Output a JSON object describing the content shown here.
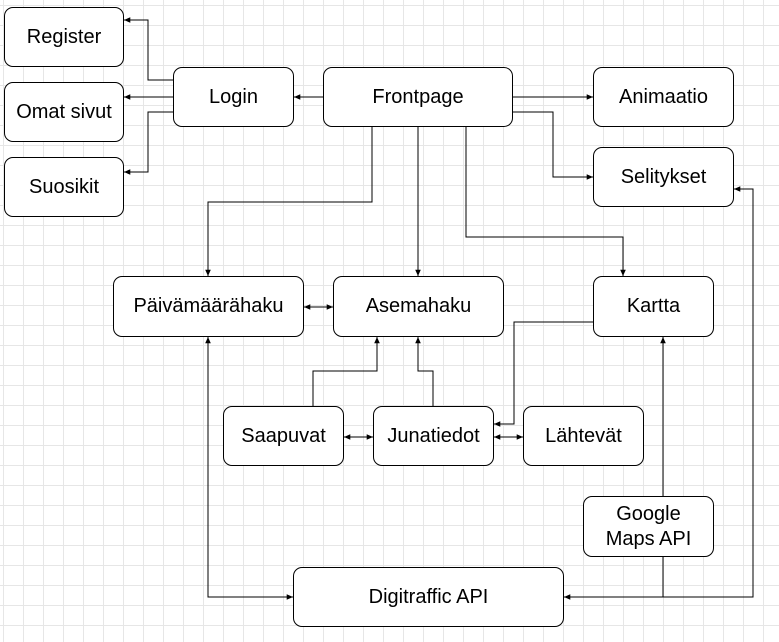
{
  "diagram": {
    "nodes": {
      "register": "Register",
      "omat_sivut": "Omat sivut",
      "suosikit": "Suosikit",
      "login": "Login",
      "frontpage": "Frontpage",
      "animaatio": "Animaatio",
      "selitykset": "Selitykset",
      "paivamaarahaku": "Päivämäärähaku",
      "asemahaku": "Asemahaku",
      "kartta": "Kartta",
      "saapuvat": "Saapuvat",
      "junatiedot": "Junatiedot",
      "lahtevat": "Lähtevät",
      "google_maps_api_line1": "Google",
      "google_maps_api_line2": "Maps API",
      "digitraffic_api": "Digitraffic API"
    },
    "edges": [
      {
        "from": "Login",
        "to": "Register"
      },
      {
        "from": "Login",
        "to": "Omat sivut"
      },
      {
        "from": "Login",
        "to": "Suosikit"
      },
      {
        "from": "Frontpage",
        "to": "Login"
      },
      {
        "from": "Frontpage",
        "to": "Animaatio"
      },
      {
        "from": "Frontpage",
        "to": "Selitykset"
      },
      {
        "from": "Frontpage",
        "to": "Päivämäärähaku"
      },
      {
        "from": "Frontpage",
        "to": "Asemahaku"
      },
      {
        "from": "Frontpage",
        "to": "Kartta"
      },
      {
        "from": "Päivämäärähaku",
        "to": "Asemahaku",
        "bidirectional": true
      },
      {
        "from": "Saapuvat",
        "to": "Asemahaku"
      },
      {
        "from": "Junatiedot",
        "to": "Asemahaku"
      },
      {
        "from": "Kartta",
        "to": "Junatiedot"
      },
      {
        "from": "Saapuvat",
        "to": "Junatiedot",
        "bidirectional": true
      },
      {
        "from": "Junatiedot",
        "to": "Lähtevät",
        "bidirectional": true
      },
      {
        "from": "Päivämäärähaku",
        "to": "Digitraffic API",
        "bidirectional": true
      },
      {
        "from": "Google Maps API",
        "to": "Kartta"
      },
      {
        "from": "Google Maps API",
        "to": "Digitraffic API"
      },
      {
        "from": "Google Maps API",
        "to": "Selitykset"
      }
    ]
  }
}
